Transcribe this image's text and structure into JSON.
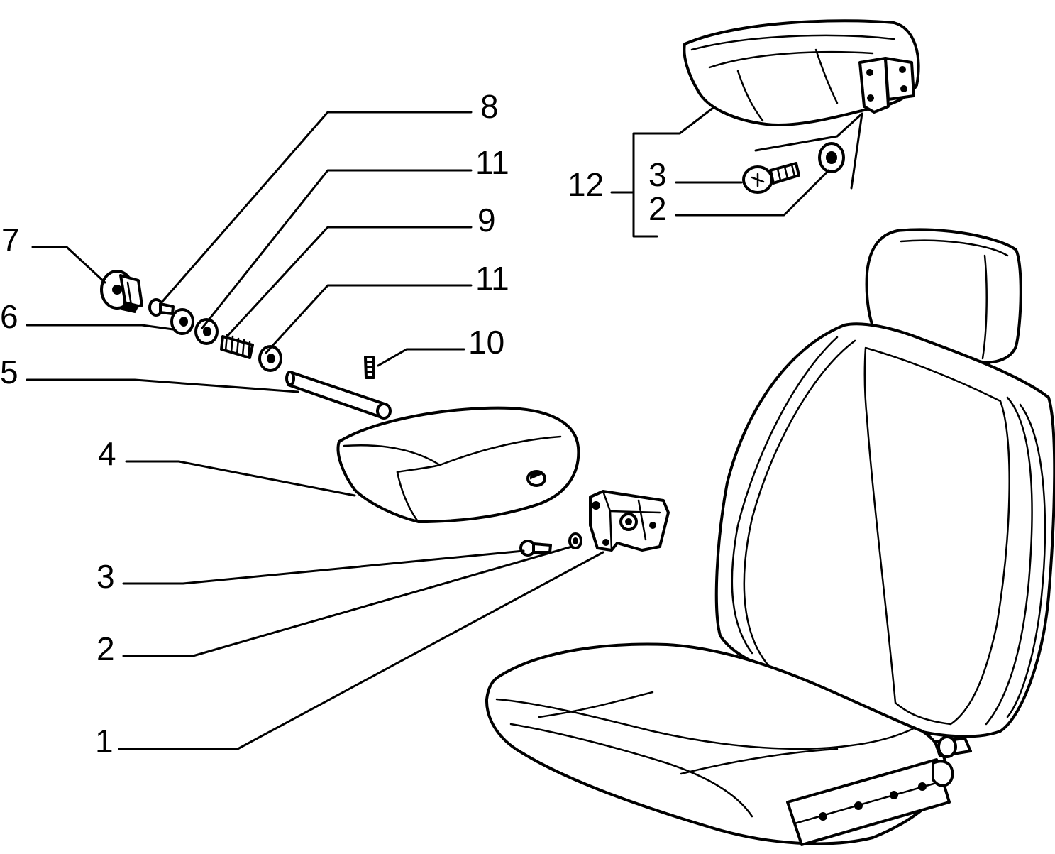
{
  "callouts": {
    "c8": "8",
    "c11a": "11",
    "c9": "9",
    "c11b": "11",
    "c10": "10",
    "c7": "7",
    "c6": "6",
    "c5": "5",
    "c4": "4",
    "c3a": "3",
    "c2a": "2",
    "c1": "1",
    "c12": "12",
    "c3b": "3",
    "c2b": "2"
  }
}
